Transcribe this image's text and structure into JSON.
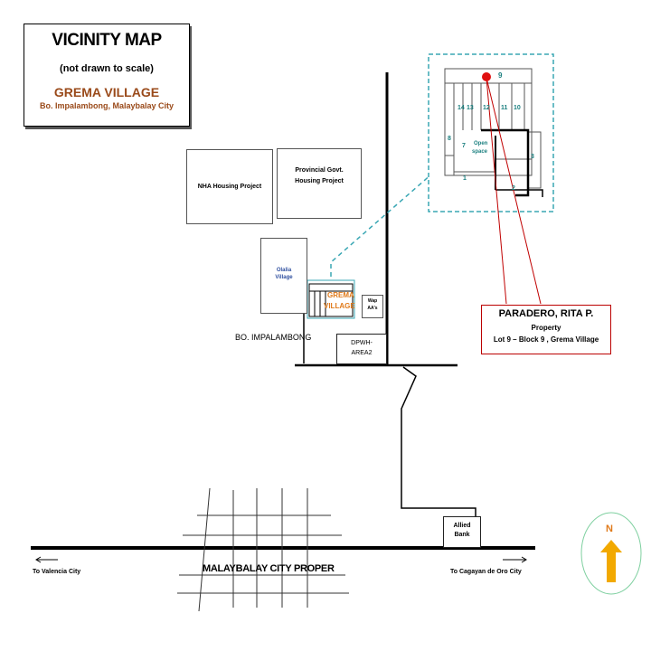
{
  "title": {
    "heading": "VICINITY MAP",
    "note": "(not drawn to scale)",
    "subdivision": "GREMA VILLAGE",
    "location": "Bo. Impalambong, Malaybalay City"
  },
  "property": {
    "owner": "PARADERO, RITA P.",
    "label": "Property",
    "lot": "Lot 9 – Block 9 , Grema Village"
  },
  "landmarks": {
    "nha": "NHA Housing Project",
    "provincial_line1": "Provincial Govt.",
    "provincial_line2": "Housing Project",
    "village_a_line1": "Olalia",
    "village_a_line2": "Village",
    "grema_small_line1": "GREMA",
    "grema_small_line2": "VILLAGE",
    "small_bldg_line1": "Wap",
    "small_bldg_line2": "AA's",
    "barangay": "BO. IMPALAMBONG",
    "dpwh_line1": "DPWH-",
    "dpwh_line2": "AREA2",
    "bank_line1": "Allied",
    "bank_line2": "Bank",
    "city": "MALAYBALAY CITY PROPER",
    "west": "To Valencia City",
    "east": "To Cagayan de Oro City"
  },
  "inset": {
    "lot_9": "9",
    "lots_row": [
      "14",
      "13",
      "12",
      "11",
      "10"
    ],
    "lot_8": "8",
    "lot_7": "7",
    "open_space_line1": "Open",
    "open_space_line2": "space",
    "lot_3": "3",
    "lot_1": "1",
    "lot_2": "2"
  },
  "north": {
    "letter": "N"
  },
  "colors": {
    "inset_border": "#3aa7b4",
    "lot_text": "#1a7f7f",
    "property_marker": "#e01010",
    "leader_line": "#c00000",
    "grema_orange": "#e07a1a",
    "title_brown": "#9a4a1a",
    "village_blue": "#3050a0",
    "north_arrow": "#f2a900",
    "north_ring": "#7fd0a0"
  }
}
